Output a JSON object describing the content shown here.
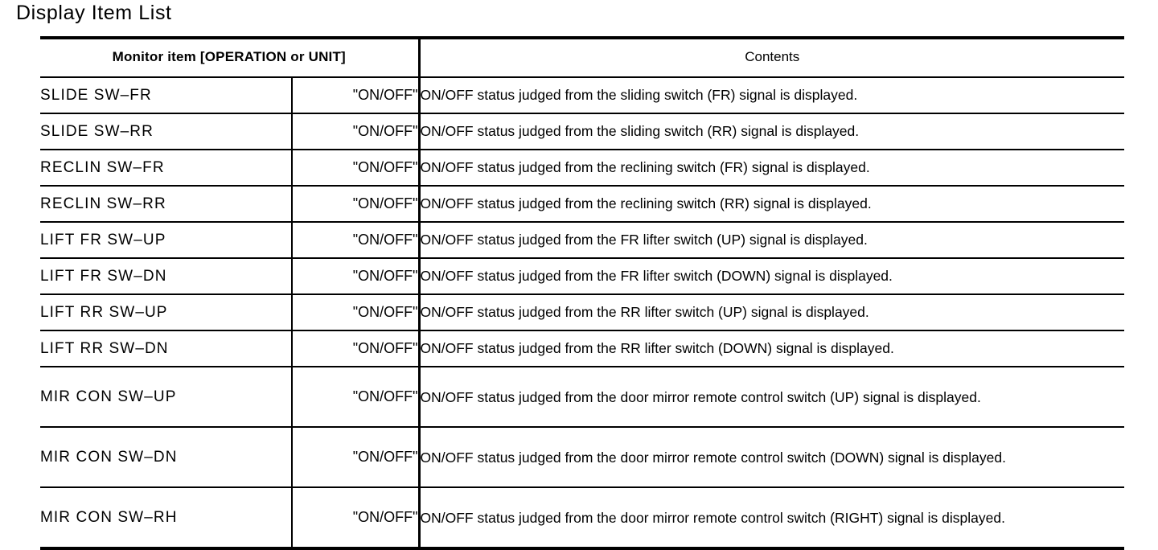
{
  "page": {
    "title": "Display Item List"
  },
  "table": {
    "headers": {
      "monitor_item": "Monitor item [OPERATION or UNIT]",
      "contents": "Contents"
    },
    "rows": [
      {
        "item": "SLIDE  SW–FR",
        "unit": "\"ON/OFF\"",
        "contents": "ON/OFF status judged from the sliding switch (FR) signal is displayed.",
        "lines": 1
      },
      {
        "item": "SLIDE  SW–RR",
        "unit": "\"ON/OFF\"",
        "contents": "ON/OFF status judged from the sliding switch (RR) signal is displayed.",
        "lines": 1
      },
      {
        "item": "RECLIN  SW–FR",
        "unit": "\"ON/OFF\"",
        "contents": "ON/OFF status judged from the reclining switch (FR) signal is displayed.",
        "lines": 1
      },
      {
        "item": "RECLIN  SW–RR",
        "unit": "\"ON/OFF\"",
        "contents": "ON/OFF status judged from the reclining switch (RR) signal is displayed.",
        "lines": 1
      },
      {
        "item": "LIFT  FR  SW–UP",
        "unit": "\"ON/OFF\"",
        "contents": "ON/OFF status judged from the FR lifter switch (UP) signal is displayed.",
        "lines": 1
      },
      {
        "item": "LIFT  FR  SW–DN",
        "unit": "\"ON/OFF\"",
        "contents": "ON/OFF status judged from the FR lifter switch (DOWN) signal is displayed.",
        "lines": 1
      },
      {
        "item": "LIFT  RR  SW–UP",
        "unit": "\"ON/OFF\"",
        "contents": "ON/OFF status judged from the RR lifter switch (UP) signal is displayed.",
        "lines": 1
      },
      {
        "item": "LIFT  RR  SW–DN",
        "unit": "\"ON/OFF\"",
        "contents": "ON/OFF status judged from the RR lifter switch (DOWN) signal is displayed.",
        "lines": 1
      },
      {
        "item": "MIR  CON  SW–UP",
        "unit": "\"ON/OFF\"",
        "contents": "ON/OFF status judged from the door mirror remote control switch (UP) signal is displayed.",
        "lines": 2
      },
      {
        "item": "MIR  CON  SW–DN",
        "unit": "\"ON/OFF\"",
        "contents": "ON/OFF status judged from the door mirror remote control switch (DOWN) signal is displayed.",
        "lines": 2
      },
      {
        "item": "MIR  CON  SW–RH",
        "unit": "\"ON/OFF\"",
        "contents": "ON/OFF status judged from the door mirror remote control switch (RIGHT) signal is displayed.",
        "lines": 2
      }
    ]
  }
}
